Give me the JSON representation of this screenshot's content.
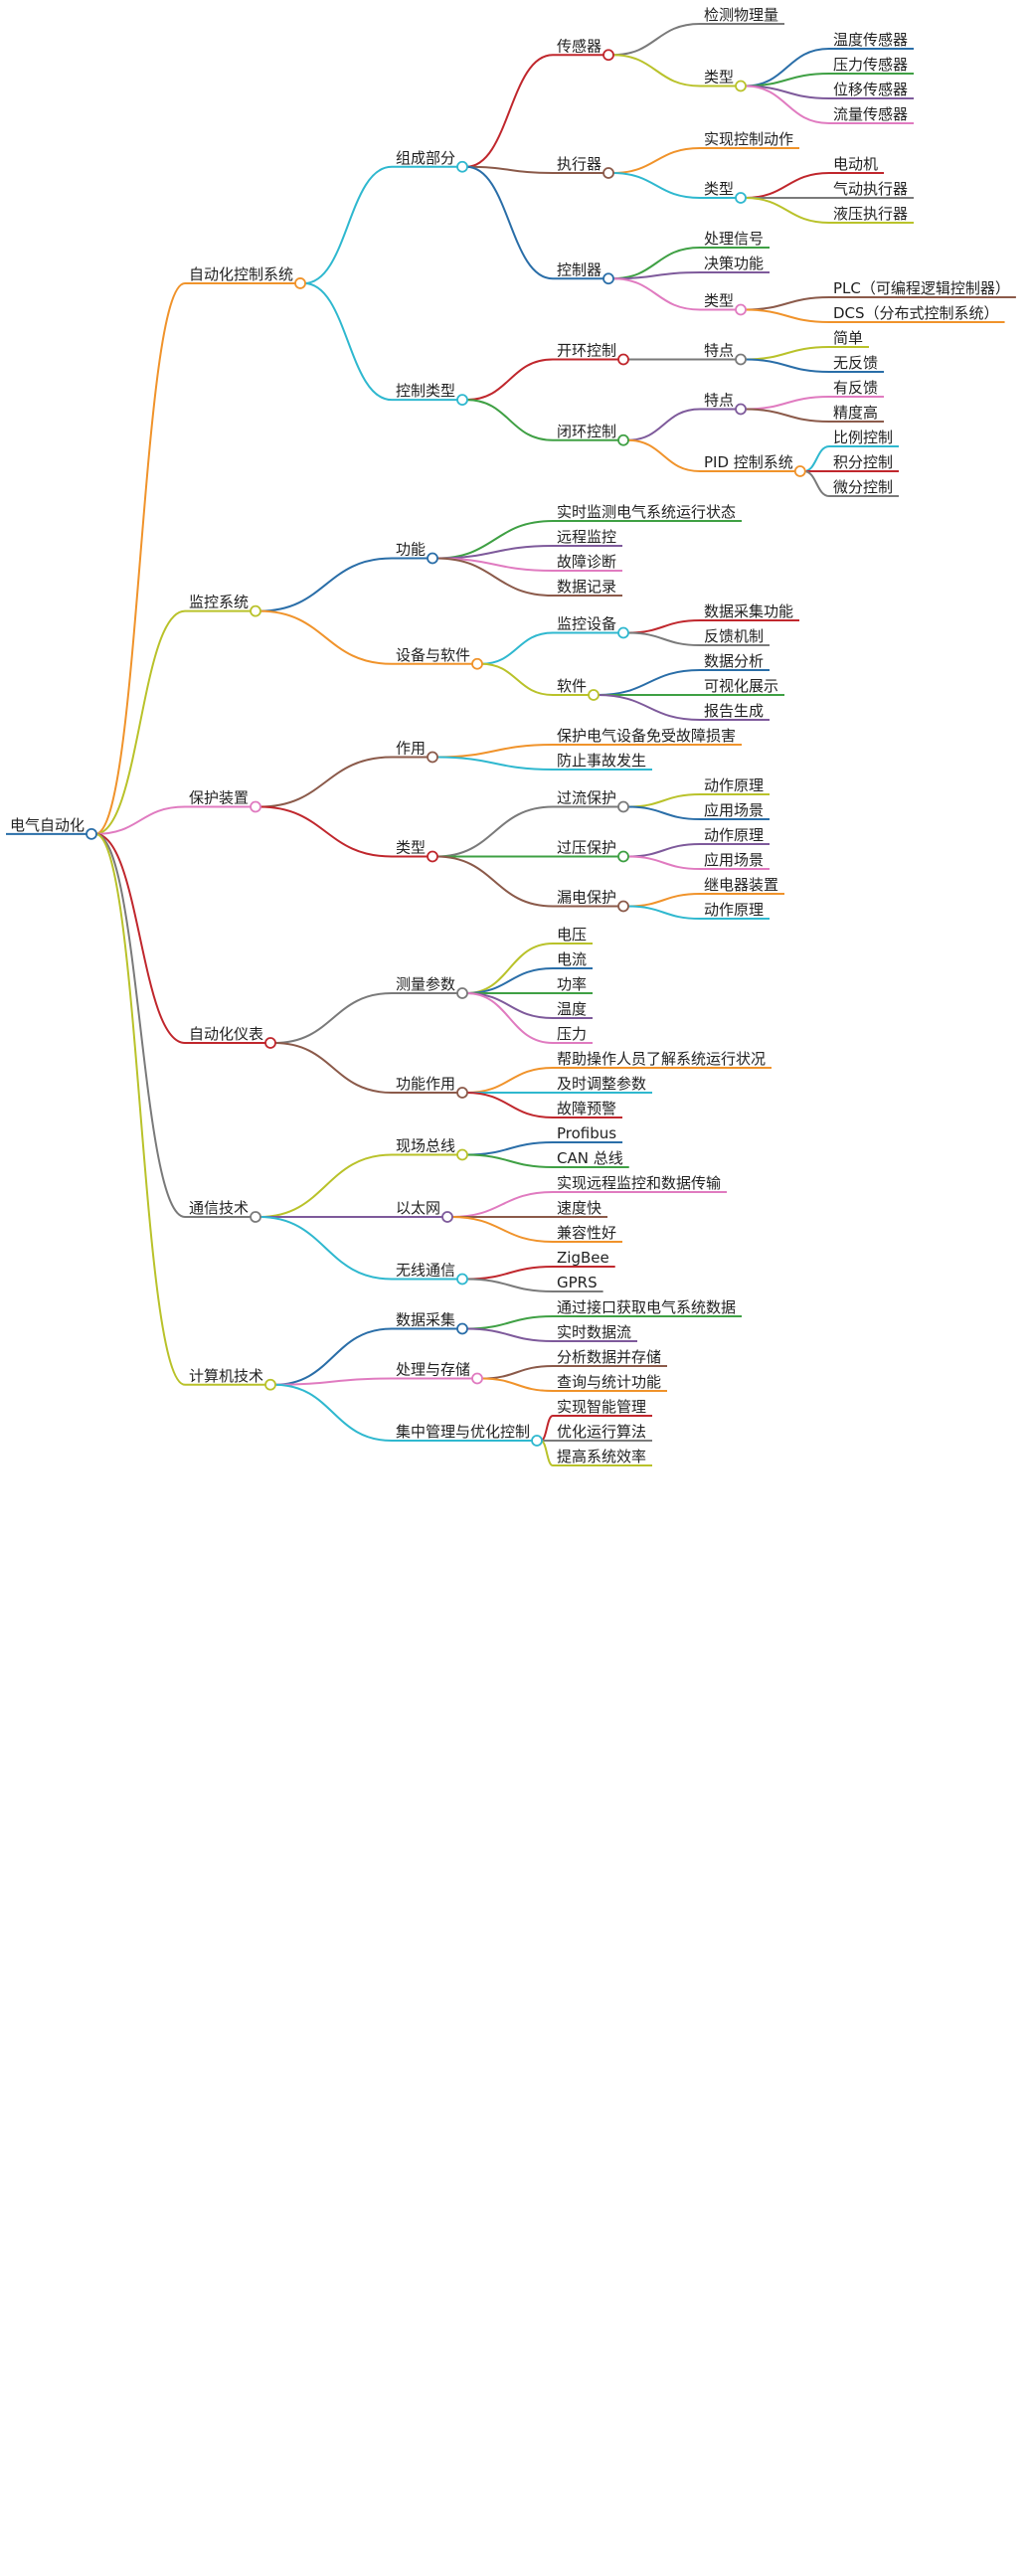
{
  "mindmap": {
    "text": "电气自动化",
    "children": [
      {
        "text": "自动化控制系统",
        "children": [
          {
            "text": "组成部分",
            "children": [
              {
                "text": "传感器",
                "children": [
                  {
                    "text": "检测物理量"
                  },
                  {
                    "text": "类型",
                    "children": [
                      {
                        "text": "温度传感器"
                      },
                      {
                        "text": "压力传感器"
                      },
                      {
                        "text": "位移传感器"
                      },
                      {
                        "text": "流量传感器"
                      }
                    ]
                  }
                ]
              },
              {
                "text": "执行器",
                "children": [
                  {
                    "text": "实现控制动作"
                  },
                  {
                    "text": "类型",
                    "children": [
                      {
                        "text": "电动机"
                      },
                      {
                        "text": "气动执行器"
                      },
                      {
                        "text": "液压执行器"
                      }
                    ]
                  }
                ]
              },
              {
                "text": "控制器",
                "children": [
                  {
                    "text": "处理信号"
                  },
                  {
                    "text": "决策功能"
                  },
                  {
                    "text": "类型",
                    "children": [
                      {
                        "text": "PLC（可编程逻辑控制器）"
                      },
                      {
                        "text": "DCS（分布式控制系统）"
                      }
                    ]
                  }
                ]
              }
            ]
          },
          {
            "text": "控制类型",
            "children": [
              {
                "text": "开环控制",
                "children": [
                  {
                    "text": "特点",
                    "children": [
                      {
                        "text": "简单"
                      },
                      {
                        "text": "无反馈"
                      }
                    ]
                  }
                ]
              },
              {
                "text": "闭环控制",
                "children": [
                  {
                    "text": "特点",
                    "children": [
                      {
                        "text": "有反馈"
                      },
                      {
                        "text": "精度高"
                      }
                    ]
                  },
                  {
                    "text": "PID 控制系统",
                    "children": [
                      {
                        "text": "比例控制"
                      },
                      {
                        "text": "积分控制"
                      },
                      {
                        "text": "微分控制"
                      }
                    ]
                  }
                ]
              }
            ]
          }
        ]
      },
      {
        "text": "监控系统",
        "children": [
          {
            "text": "功能",
            "children": [
              {
                "text": "实时监测电气系统运行状态"
              },
              {
                "text": "远程监控"
              },
              {
                "text": "故障诊断"
              },
              {
                "text": "数据记录"
              }
            ]
          },
          {
            "text": "设备与软件",
            "children": [
              {
                "text": "监控设备",
                "children": [
                  {
                    "text": "数据采集功能"
                  },
                  {
                    "text": "反馈机制"
                  }
                ]
              },
              {
                "text": "软件",
                "children": [
                  {
                    "text": "数据分析"
                  },
                  {
                    "text": "可视化展示"
                  },
                  {
                    "text": "报告生成"
                  }
                ]
              }
            ]
          }
        ]
      },
      {
        "text": "保护装置",
        "children": [
          {
            "text": "作用",
            "children": [
              {
                "text": "保护电气设备免受故障损害"
              },
              {
                "text": "防止事故发生"
              }
            ]
          },
          {
            "text": "类型",
            "children": [
              {
                "text": "过流保护",
                "children": [
                  {
                    "text": "动作原理"
                  },
                  {
                    "text": "应用场景"
                  }
                ]
              },
              {
                "text": "过压保护",
                "children": [
                  {
                    "text": "动作原理"
                  },
                  {
                    "text": "应用场景"
                  }
                ]
              },
              {
                "text": "漏电保护",
                "children": [
                  {
                    "text": "继电器装置"
                  },
                  {
                    "text": "动作原理"
                  }
                ]
              }
            ]
          }
        ]
      },
      {
        "text": "自动化仪表",
        "children": [
          {
            "text": "测量参数",
            "children": [
              {
                "text": "电压"
              },
              {
                "text": "电流"
              },
              {
                "text": "功率"
              },
              {
                "text": "温度"
              },
              {
                "text": "压力"
              }
            ]
          },
          {
            "text": "功能作用",
            "children": [
              {
                "text": "帮助操作人员了解系统运行状况"
              },
              {
                "text": "及时调整参数"
              },
              {
                "text": "故障预警"
              }
            ]
          }
        ]
      },
      {
        "text": "通信技术",
        "children": [
          {
            "text": "现场总线",
            "children": [
              {
                "text": "Profibus"
              },
              {
                "text": "CAN 总线"
              }
            ]
          },
          {
            "text": "以太网",
            "children": [
              {
                "text": "实现远程监控和数据传输"
              },
              {
                "text": "速度快"
              },
              {
                "text": "兼容性好"
              }
            ]
          },
          {
            "text": "无线通信",
            "children": [
              {
                "text": "ZigBee"
              },
              {
                "text": "GPRS"
              }
            ]
          }
        ]
      },
      {
        "text": "计算机技术",
        "children": [
          {
            "text": "数据采集",
            "children": [
              {
                "text": "通过接口获取电气系统数据"
              },
              {
                "text": "实时数据流"
              }
            ]
          },
          {
            "text": "处理与存储",
            "children": [
              {
                "text": "分析数据并存储"
              },
              {
                "text": "查询与统计功能"
              }
            ]
          },
          {
            "text": "集中管理与优化控制",
            "children": [
              {
                "text": "实现智能管理"
              },
              {
                "text": "优化运行算法"
              },
              {
                "text": "提高系统效率"
              }
            ]
          }
        ]
      }
    ]
  },
  "colors": {
    "root": "#2a6ea8",
    "palette": [
      "#f0932b",
      "#2fb8cf",
      "#c0272d",
      "#7a7a7a",
      "#b9c22a",
      "#2a6ea8",
      "#3fa044",
      "#7e5a9b",
      "#e07bc0",
      "#8b5a4a"
    ]
  }
}
